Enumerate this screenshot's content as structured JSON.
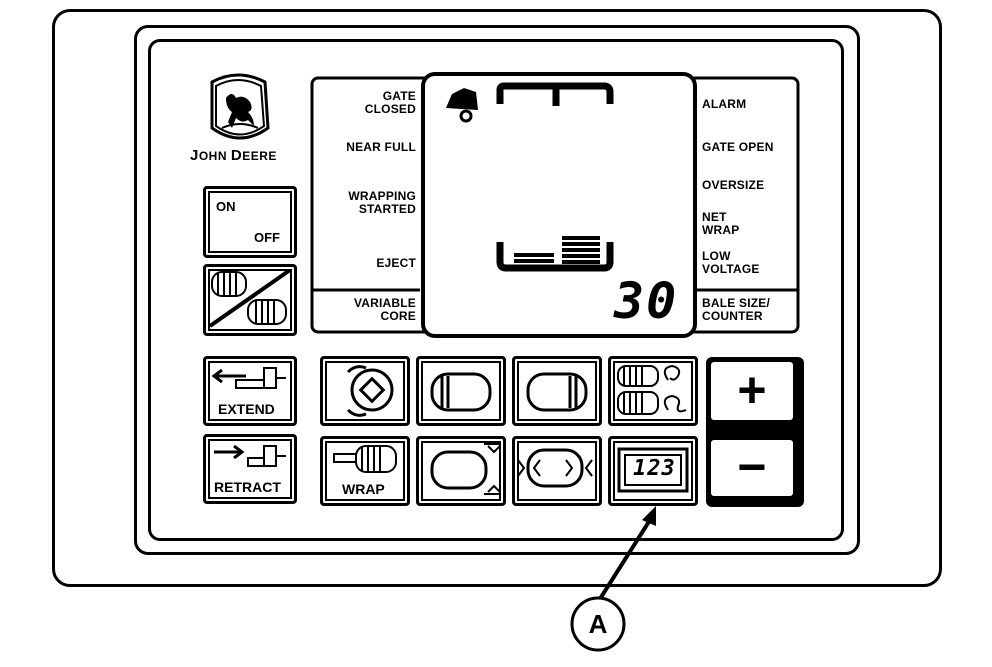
{
  "logo": {
    "brand_first": "J",
    "brand_rest1": "OHN ",
    "brand_second": "D",
    "brand_rest2": "EERE"
  },
  "left_labels": {
    "gate_closed_1": "GATE",
    "gate_closed_2": "CLOSED",
    "near_full": "NEAR FULL",
    "wrapping_1": "WRAPPING",
    "wrapping_2": "STARTED",
    "eject": "EJECT",
    "variable_1": "VARIABLE",
    "variable_2": "CORE"
  },
  "right_labels": {
    "alarm": "ALARM",
    "gate_open": "GATE OPEN",
    "oversize": "OVERSIZE",
    "net_1": "NET",
    "net_2": "WRAP",
    "low_1": "LOW",
    "low_2": "VOLTAGE",
    "bale_1": "BALE SIZE/",
    "bale_2": "COUNTER"
  },
  "display": {
    "value": "30"
  },
  "buttons": {
    "on": "ON",
    "off": "OFF",
    "extend": "EXTEND",
    "retract": "RETRACT",
    "wrap": "WRAP",
    "counter": "123",
    "plus": "+",
    "minus": "−"
  },
  "callout": {
    "label": "A"
  },
  "icons": [
    "john-deere-logo",
    "bale-icon",
    "on-off-icon",
    "bale-pair-icon",
    "extend-icon",
    "retract-icon",
    "core-icon",
    "bale-left-icon",
    "bale-right-icon",
    "twine-icon",
    "wrap-icon",
    "bale-size-icon",
    "bale-squeeze-icon",
    "counter-icon"
  ]
}
